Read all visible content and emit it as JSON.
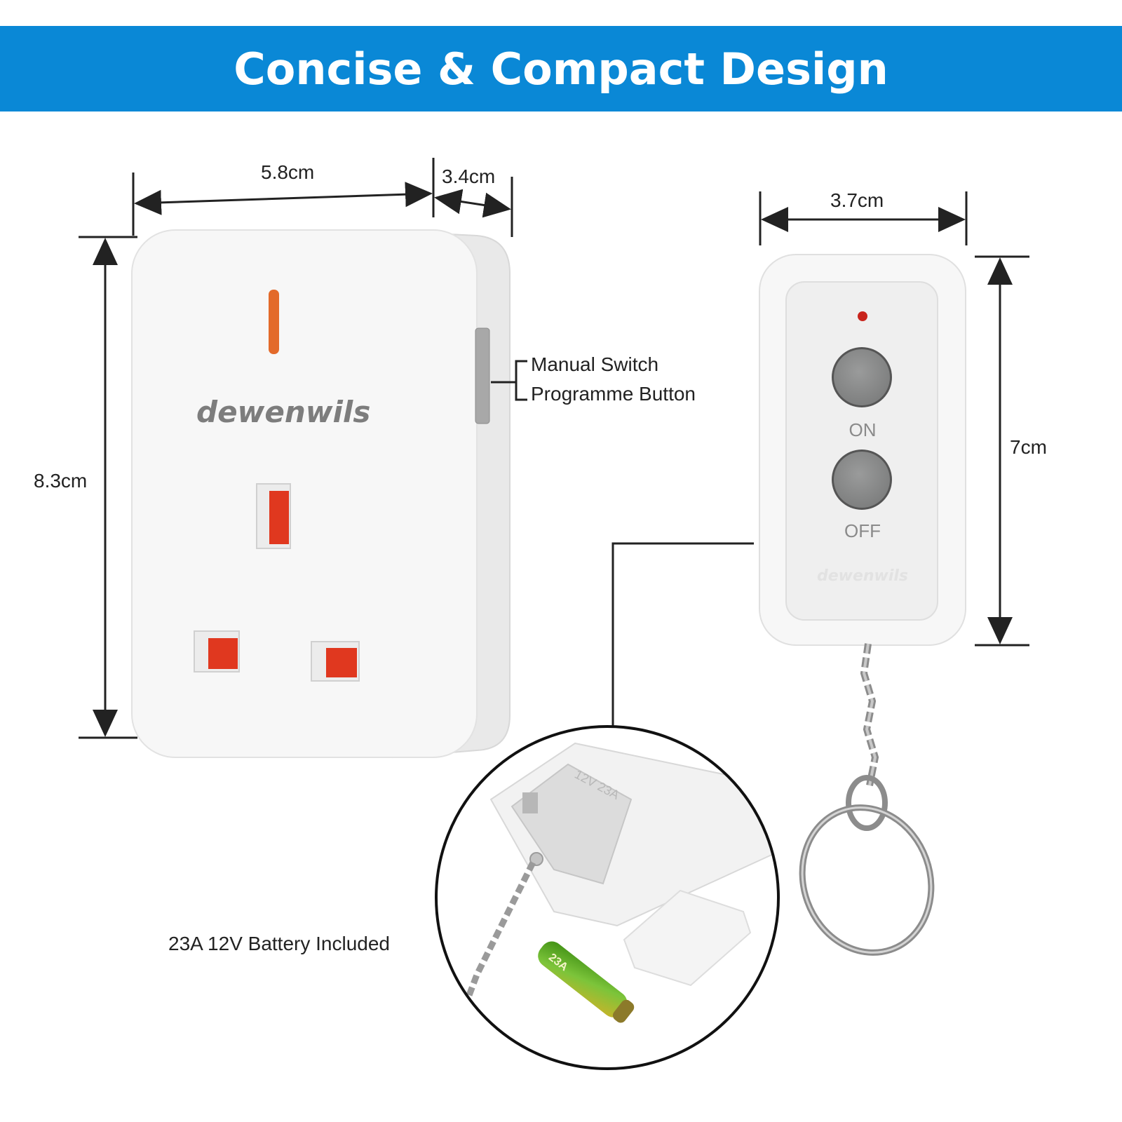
{
  "banner": {
    "title": "Concise & Compact Design"
  },
  "plug": {
    "width_label": "5.8cm",
    "depth_label": "3.4cm",
    "height_label": "8.3cm",
    "brand": "dewenwils",
    "side_button_label_1": "Manual Switch",
    "side_button_label_2": "Programme Button"
  },
  "remote": {
    "width_label": "3.7cm",
    "height_label": "7cm",
    "on_label": "ON",
    "off_label": "OFF",
    "brand": "dewenwils"
  },
  "battery": {
    "caption": "23A 12V Battery Included",
    "compartment_marking": "12V 23A",
    "battery_marking": "23A"
  },
  "colors": {
    "banner": "#0a88d6",
    "plug_body": "#f6f6f6",
    "socket_red": "#e0381f",
    "button_grey": "#8d8e8e",
    "battery_green": "#5aa61e"
  }
}
